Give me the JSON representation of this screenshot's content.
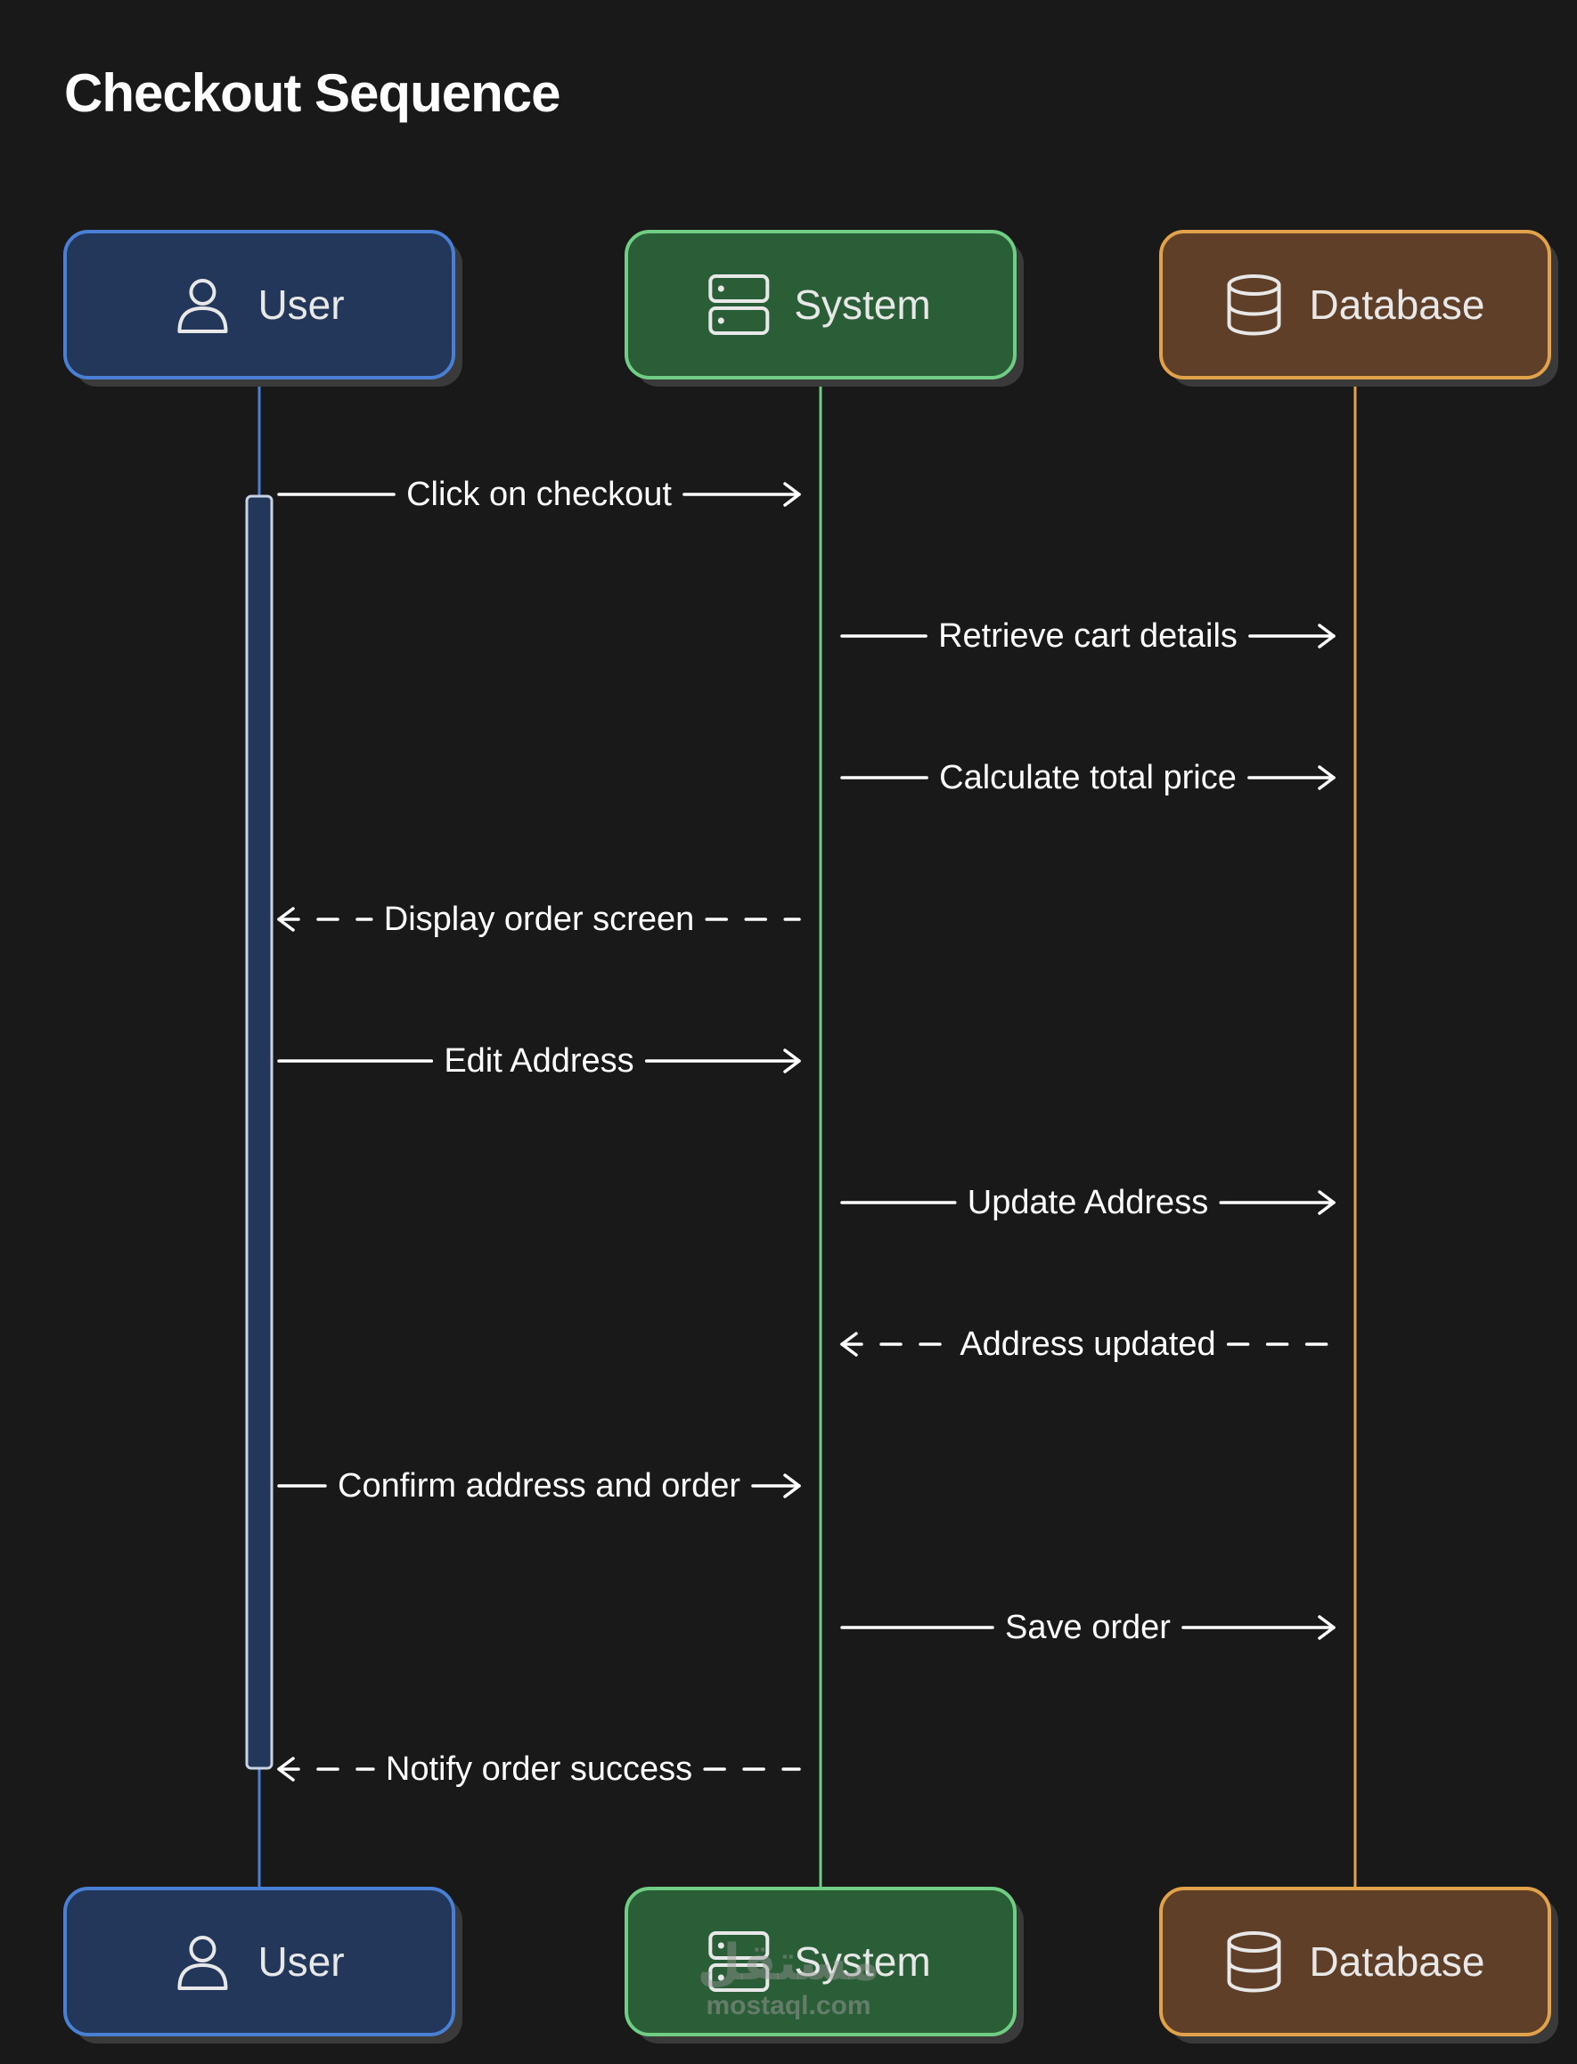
{
  "title": "Checkout Sequence",
  "participants": [
    {
      "id": "user",
      "label": "User",
      "icon": "user-icon",
      "fill": "#223759",
      "border": "#4a7fd6",
      "lifeline": "#4a7fd6"
    },
    {
      "id": "system",
      "label": "System",
      "icon": "server-icon",
      "fill": "#2a5e36",
      "border": "#6fce84",
      "lifeline": "#6fce84"
    },
    {
      "id": "database",
      "label": "Database",
      "icon": "database-icon",
      "fill": "#5f3f28",
      "border": "#e2a24a",
      "lifeline": "#e2a24a"
    }
  ],
  "messages": [
    {
      "from": "user",
      "to": "system",
      "label": "Click on checkout",
      "style": "solid"
    },
    {
      "from": "system",
      "to": "database",
      "label": "Retrieve cart details",
      "style": "solid"
    },
    {
      "from": "system",
      "to": "database",
      "label": "Calculate total price",
      "style": "solid"
    },
    {
      "from": "system",
      "to": "user",
      "label": "Display order screen",
      "style": "dashed"
    },
    {
      "from": "user",
      "to": "system",
      "label": "Edit Address",
      "style": "solid"
    },
    {
      "from": "system",
      "to": "database",
      "label": "Update Address",
      "style": "solid"
    },
    {
      "from": "database",
      "to": "system",
      "label": "Address updated",
      "style": "dashed"
    },
    {
      "from": "user",
      "to": "system",
      "label": "Confirm address and order",
      "style": "solid"
    },
    {
      "from": "system",
      "to": "database",
      "label": "Save order",
      "style": "solid"
    },
    {
      "from": "system",
      "to": "user",
      "label": "Notify order success",
      "style": "dashed"
    }
  ],
  "activation": {
    "participant": "user",
    "from_message": 1,
    "to_message": 10,
    "fill": "#223759",
    "border": "#c8d4e6"
  },
  "watermark": {
    "mark": "مستقل",
    "text": "mostaql.com"
  }
}
